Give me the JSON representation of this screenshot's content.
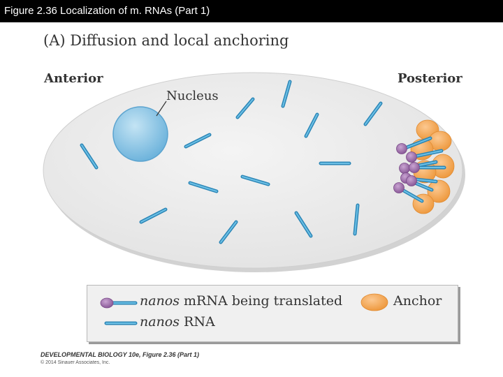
{
  "header": {
    "title": "Figure 2.36  Localization of m. RNAs (Part 1)"
  },
  "figure": {
    "panel_title": "(A)  Diffusion and local anchoring",
    "anterior_label": "Anterior",
    "posterior_label": "Posterior",
    "nucleus_label": "Nucleus"
  },
  "legend": {
    "translated_italic": "nanos",
    "translated_rest": " mRNA being translated",
    "rna_italic": "nanos",
    "rna_rest": " RNA",
    "anchor_label": "Anchor"
  },
  "footer": {
    "credit": "DEVELOPMENTAL BIOLOGY 10e, Figure 2.36 (Part 1)",
    "copyright": "© 2014 Sinauer Associates, Inc."
  },
  "colors": {
    "rna": "#3aa0d0",
    "rna_highlight": "#9ad4ee",
    "nucleus": "#8cc7e6",
    "anchor": "#f5a54a",
    "translated_head": "#9b6aa8",
    "egg_fill": "#ededed",
    "egg_stroke": "#c6c6c6"
  }
}
